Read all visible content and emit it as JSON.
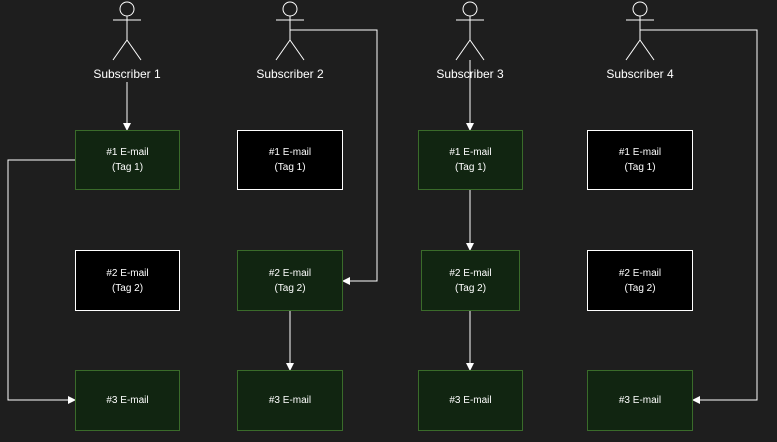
{
  "colors": {
    "background": "#1e1e1e",
    "line": "#ffffff",
    "green_fill": "#112511",
    "green_border": "#3a6b2a",
    "black_fill": "#000000",
    "black_border": "#ffffff"
  },
  "subscribers": [
    {
      "label": "Subscriber 1"
    },
    {
      "label": "Subscriber 2"
    },
    {
      "label": "Subscriber 3"
    },
    {
      "label": "Subscriber 4"
    }
  ],
  "emails": {
    "e1": {
      "line1": "#1 E-mail",
      "line2": "(Tag 1)"
    },
    "e2": {
      "line1": "#2 E-mail",
      "line2": "(Tag 2)"
    },
    "e3": {
      "line1": "#3 E-mail"
    }
  },
  "box_states": {
    "s1": {
      "e1": "highlighted",
      "e2": "inactive",
      "e3": "highlighted"
    },
    "s2": {
      "e1": "inactive",
      "e2": "highlighted",
      "e3": "highlighted"
    },
    "s3": {
      "e1": "highlighted",
      "e2": "highlighted",
      "e3": "highlighted"
    },
    "s4": {
      "e1": "inactive",
      "e2": "inactive",
      "e3": "highlighted"
    }
  }
}
